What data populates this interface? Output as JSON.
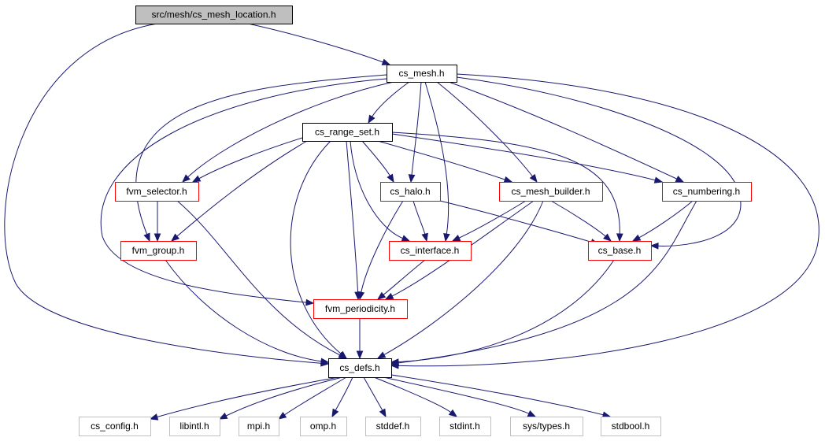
{
  "graph": {
    "colors": {
      "edge": "#191970",
      "root_fill": "#bfbfbf",
      "documented_border": "#000000",
      "incomplete_border": "#ff0000",
      "external_border": "#bfbfbf"
    },
    "nodes": [
      {
        "id": "cs_mesh_location",
        "label": "src/mesh/cs_mesh_location.h",
        "style": "root"
      },
      {
        "id": "cs_mesh",
        "label": "cs_mesh.h",
        "style": "black"
      },
      {
        "id": "cs_range_set",
        "label": "cs_range_set.h",
        "style": "black"
      },
      {
        "id": "fvm_selector",
        "label": "fvm_selector.h",
        "style": "red"
      },
      {
        "id": "cs_halo",
        "label": "cs_halo.h",
        "style": "red"
      },
      {
        "id": "cs_mesh_builder",
        "label": "cs_mesh_builder.h",
        "style": "red"
      },
      {
        "id": "cs_numbering",
        "label": "cs_numbering.h",
        "style": "red"
      },
      {
        "id": "fvm_group",
        "label": "fvm_group.h",
        "style": "red"
      },
      {
        "id": "cs_interface",
        "label": "cs_interface.h",
        "style": "red"
      },
      {
        "id": "cs_base",
        "label": "cs_base.h",
        "style": "red"
      },
      {
        "id": "fvm_periodicity",
        "label": "fvm_periodicity.h",
        "style": "red"
      },
      {
        "id": "cs_defs",
        "label": "cs_defs.h",
        "style": "black"
      },
      {
        "id": "cs_config",
        "label": "cs_config.h",
        "style": "gray"
      },
      {
        "id": "libintl",
        "label": "libintl.h",
        "style": "gray"
      },
      {
        "id": "mpi",
        "label": "mpi.h",
        "style": "gray"
      },
      {
        "id": "omp",
        "label": "omp.h",
        "style": "gray"
      },
      {
        "id": "stddef",
        "label": "stddef.h",
        "style": "gray"
      },
      {
        "id": "stdint",
        "label": "stdint.h",
        "style": "gray"
      },
      {
        "id": "sys_types",
        "label": "sys/types.h",
        "style": "gray"
      },
      {
        "id": "stdbool",
        "label": "stdbool.h",
        "style": "gray"
      }
    ],
    "edges": [
      [
        "cs_mesh_location",
        "cs_mesh"
      ],
      [
        "cs_mesh_location",
        "cs_defs"
      ],
      [
        "cs_mesh",
        "cs_range_set"
      ],
      [
        "cs_mesh",
        "fvm_selector"
      ],
      [
        "cs_mesh",
        "fvm_group"
      ],
      [
        "cs_mesh",
        "fvm_periodicity"
      ],
      [
        "cs_mesh",
        "cs_halo"
      ],
      [
        "cs_mesh",
        "cs_interface"
      ],
      [
        "cs_mesh",
        "cs_mesh_builder"
      ],
      [
        "cs_mesh",
        "cs_numbering"
      ],
      [
        "cs_mesh",
        "cs_base"
      ],
      [
        "cs_mesh",
        "cs_defs"
      ],
      [
        "cs_range_set",
        "fvm_selector"
      ],
      [
        "cs_range_set",
        "fvm_group"
      ],
      [
        "cs_range_set",
        "cs_halo"
      ],
      [
        "cs_range_set",
        "cs_interface"
      ],
      [
        "cs_range_set",
        "fvm_periodicity"
      ],
      [
        "cs_range_set",
        "cs_mesh_builder"
      ],
      [
        "cs_range_set",
        "cs_numbering"
      ],
      [
        "cs_range_set",
        "cs_base"
      ],
      [
        "cs_range_set",
        "cs_defs"
      ],
      [
        "fvm_selector",
        "fvm_group"
      ],
      [
        "fvm_selector",
        "cs_defs"
      ],
      [
        "cs_halo",
        "cs_interface"
      ],
      [
        "cs_halo",
        "fvm_periodicity"
      ],
      [
        "cs_halo",
        "cs_base"
      ],
      [
        "cs_mesh_builder",
        "cs_interface"
      ],
      [
        "cs_mesh_builder",
        "fvm_periodicity"
      ],
      [
        "cs_mesh_builder",
        "cs_base"
      ],
      [
        "cs_mesh_builder",
        "cs_defs"
      ],
      [
        "cs_numbering",
        "cs_base"
      ],
      [
        "cs_numbering",
        "cs_defs"
      ],
      [
        "fvm_group",
        "cs_defs"
      ],
      [
        "cs_interface",
        "fvm_periodicity"
      ],
      [
        "cs_base",
        "cs_defs"
      ],
      [
        "fvm_periodicity",
        "cs_defs"
      ],
      [
        "cs_defs",
        "cs_config"
      ],
      [
        "cs_defs",
        "libintl"
      ],
      [
        "cs_defs",
        "mpi"
      ],
      [
        "cs_defs",
        "omp"
      ],
      [
        "cs_defs",
        "stddef"
      ],
      [
        "cs_defs",
        "stdint"
      ],
      [
        "cs_defs",
        "sys_types"
      ],
      [
        "cs_defs",
        "stdbool"
      ]
    ]
  }
}
